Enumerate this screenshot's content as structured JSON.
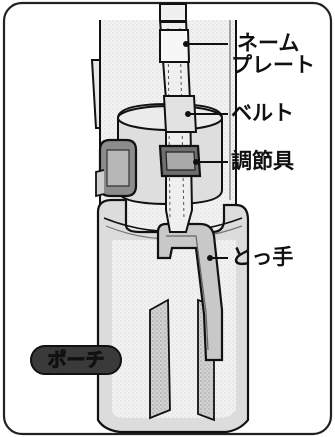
{
  "labels": {
    "name_plate_line1": "ネーム",
    "name_plate_line2": "プレート",
    "belt": "ベルト",
    "adjuster": "調節具",
    "handle": "とっ手",
    "pouch": "ポーチ"
  },
  "colors": {
    "frame": "#222222",
    "ink": "#111111",
    "light_gray": "#e6e6e6",
    "mid_gray": "#bfbfbf",
    "dark_gray": "#7a7a7a",
    "badge_fill": "#3a3a3a",
    "badge_text": "#ffffff"
  }
}
